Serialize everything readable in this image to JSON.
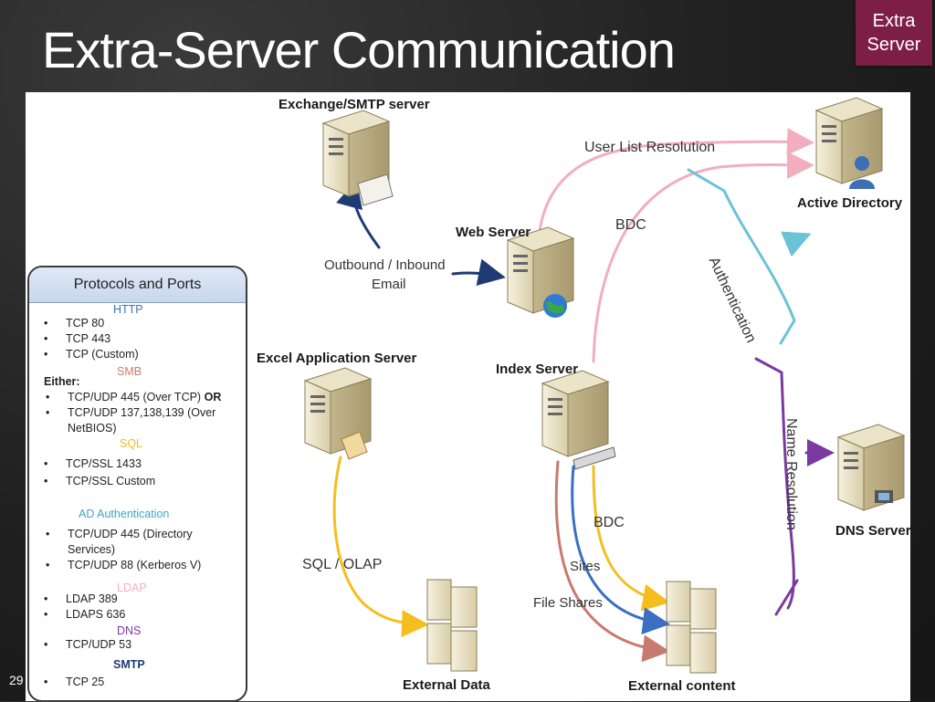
{
  "slide": {
    "title": "Extra-Server Communication",
    "tag_line1": "Extra",
    "tag_line2": "Server",
    "number": "29"
  },
  "nodes": {
    "exchange": "Exchange/SMTP server",
    "web": "Web Server",
    "active_directory": "Active Directory",
    "excel": "Excel Application Server",
    "index": "Index Server",
    "dns": "DNS Server",
    "external_data": "External Data",
    "external_content": "External content"
  },
  "flows": {
    "user_list": "User List Resolution",
    "bdc_top": "BDC",
    "authentication": "Authentication",
    "outbound_line1": "Outbound / Inbound",
    "outbound_line2": "Email",
    "name_resolution": "Name Resolution",
    "sql_olap": "SQL / OLAP",
    "bdc_bottom": "BDC",
    "sites": "Sites",
    "file_shares": "File Shares"
  },
  "legend": {
    "title": "Protocols and Ports",
    "http": "HTTP",
    "http_items": [
      "TCP 80",
      "TCP 443",
      "TCP (Custom)"
    ],
    "smb": "SMB",
    "smb_either": "Either:",
    "smb_item1_text": "TCP/UDP 445 (Over TCP)",
    "smb_item1_or": "OR",
    "smb_item2_line1": "TCP/UDP 137,138,139 (Over",
    "smb_item2_line2": "NetBIOS)",
    "sql": "SQL",
    "sql_items": [
      "TCP/SSL 1433",
      "TCP/SSL  Custom"
    ],
    "ad": "AD Authentication",
    "ad_item1_line1": "TCP/UDP 445 (Directory",
    "ad_item1_line2": "Services)",
    "ad_item2": "TCP/UDP 88 (Kerberos V)",
    "ldap": "LDAP",
    "ldap_items": [
      "LDAP 389",
      "LDAPS 636"
    ],
    "dns": "DNS",
    "dns_items": [
      "TCP/UDP 53"
    ],
    "smtp": "SMTP",
    "smtp_items": [
      "TCP 25"
    ]
  },
  "colors": {
    "http": "#3a6fc4",
    "smb": "#c97a6e",
    "sql": "#f4bf1e",
    "ad": "#6cc2d6",
    "ldap": "#f2aebe",
    "dns": "#7a3aa0",
    "smtp": "#1f3b73",
    "accent": "#7d1f45"
  }
}
